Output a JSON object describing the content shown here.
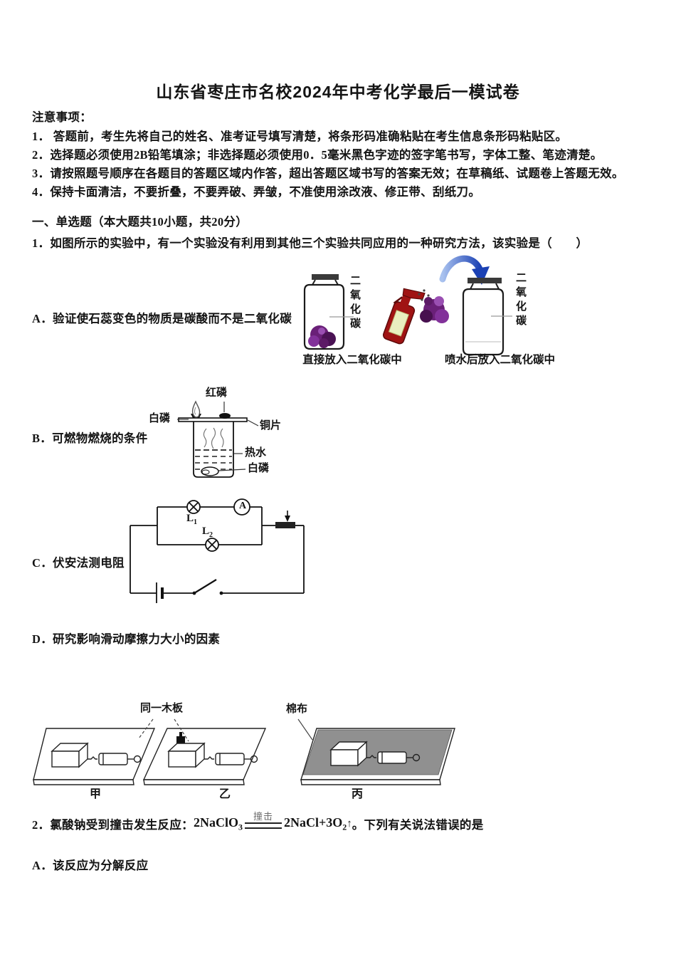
{
  "page": {
    "title": "山东省枣庄市名校2024年中考化学最后一模试卷"
  },
  "notices": {
    "heading": "注意事项：",
    "items": [
      "1．  答题前，考生先将自己的姓名、准考证号填写清楚，将条形码准确粘贴在考生信息条形码粘贴区。",
      "2．选择题必须使用2B铅笔填涂；非选择题必须使用0．5毫米黑色字迹的签字笔书写，字体工整、笔迹清楚。",
      "3．请按照题号顺序在各题目的答题区域内作答，超出答题区域书写的答案无效；在草稿纸、试题卷上答题无效。",
      "4．保持卡面清洁，不要折叠，不要弄破、弄皱，不准使用涂改液、修正带、刮纸刀。"
    ]
  },
  "section": {
    "heading": "一、单选题（本大题共10小题，共20分）"
  },
  "q1": {
    "stem": "1．如图所示的实验中，有一个实验没有利用到其他三个实验共同应用的一种研究方法，该实验是（　　）",
    "optionA": "A．验证使石蕊变色的物质是碳酸而不是二氧化碳",
    "optionB": "B．可燃物燃烧的条件",
    "optionC": "C．伏安法测电阻",
    "optionD": "D．研究影响滑动摩擦力大小的因素",
    "figA": {
      "jar_left_label": "二氧化碳",
      "jar_right_label": "二氧化碳",
      "caption_left": "直接放入二氧化碳中",
      "caption_right": "喷水后放入二氧化碳中"
    },
    "figB": {
      "label_red_phosphorus": "红磷",
      "label_white_phosphorus_top": "白磷",
      "label_copper_sheet": "铜片",
      "label_hot_water": "热水",
      "label_white_phosphorus_bottom": "白磷"
    },
    "figC": {
      "lamp1_main": "L",
      "lamp1_sub": "1",
      "lamp2_main": "L",
      "lamp2_sub": "2",
      "ammeter": "A"
    },
    "figD": {
      "label_board": "同一木板",
      "label_cloth": "棉布",
      "caption_jia": "甲",
      "caption_yi": "乙",
      "caption_bing": "丙"
    }
  },
  "q2": {
    "lead": "2．氯酸钠受到撞击发生反应：",
    "eq_lhs": "2NaClO",
    "eq_lhs_sub": "3",
    "eq_condition": "撞击",
    "eq_rhs": "2NaCl+3O",
    "eq_rhs_sub": "2",
    "eq_arrow": "↑",
    "tail": "。下列有关说法错误的是",
    "optionA": "A．该反应为分解反应"
  },
  "colors": {
    "arrow_blue": "#1b41b4",
    "flower_purple": "#6a2078",
    "spray_red": "#a01313",
    "cloth_gray": "#909090"
  }
}
